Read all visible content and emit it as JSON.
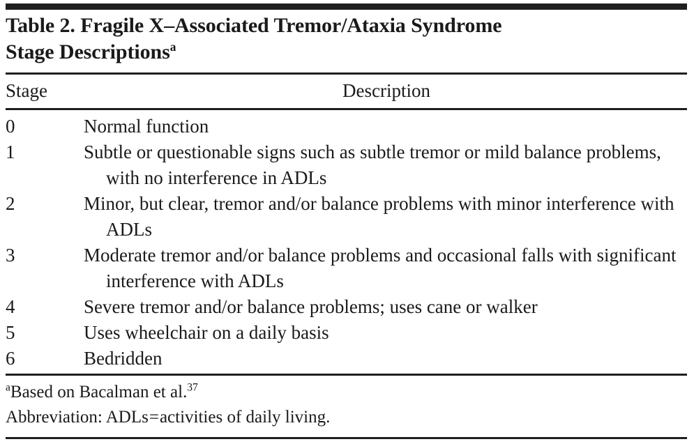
{
  "figure": {
    "title_line1": "Table 2. Fragile X–Associated Tremor/Ataxia Syndrome",
    "title_line2": "Stage Descriptions",
    "title_superscript": "a",
    "rule_color": "#1e1e1e",
    "background_color": "#ffffff",
    "text_color": "#1a1a1a"
  },
  "table": {
    "columns": [
      {
        "key": "stage",
        "label": "Stage",
        "align": "left"
      },
      {
        "key": "description",
        "label": "Description",
        "align": "center"
      }
    ],
    "rows": [
      {
        "stage": "0",
        "description": "Normal function"
      },
      {
        "stage": "1",
        "description": "Subtle or questionable signs such as subtle tremor or mild balance problems, with no interference in ADLs"
      },
      {
        "stage": "2",
        "description": "Minor, but clear, tremor and/or balance problems with minor interference with ADLs"
      },
      {
        "stage": "3",
        "description": "Moderate tremor and/or balance problems and occasional falls with significant interference with ADLs"
      },
      {
        "stage": "4",
        "description": "Severe tremor and/or balance problems; uses cane or walker"
      },
      {
        "stage": "5",
        "description": "Uses wheelchair on a daily basis"
      },
      {
        "stage": "6",
        "description": "Bedridden"
      }
    ]
  },
  "footnotes": {
    "source_marker": "a",
    "source_text": "Based on Bacalman et al.",
    "source_reference": "37",
    "abbreviation_label": "Abbreviation:",
    "abbreviation_term": "ADLs",
    "abbreviation_equals": "=",
    "abbreviation_definition": "activities of daily living."
  }
}
